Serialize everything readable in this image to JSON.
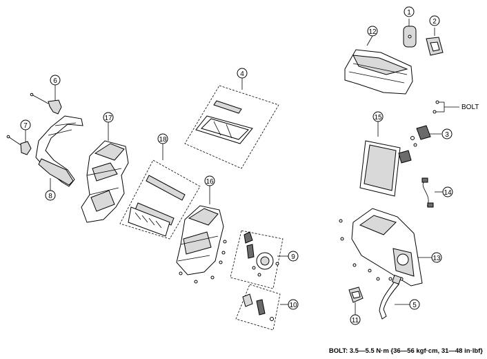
{
  "callouts": [
    "1",
    "2",
    "3",
    "4",
    "5",
    "6",
    "7",
    "8",
    "9",
    "10",
    "11",
    "12",
    "13",
    "14",
    "15",
    "16",
    "17",
    "18"
  ],
  "bolt_label": "BOLT",
  "torque_spec": "BOLT: 3.5—5.5 N·m {36—56 kgf·cm, 31—48 in·lbf}"
}
